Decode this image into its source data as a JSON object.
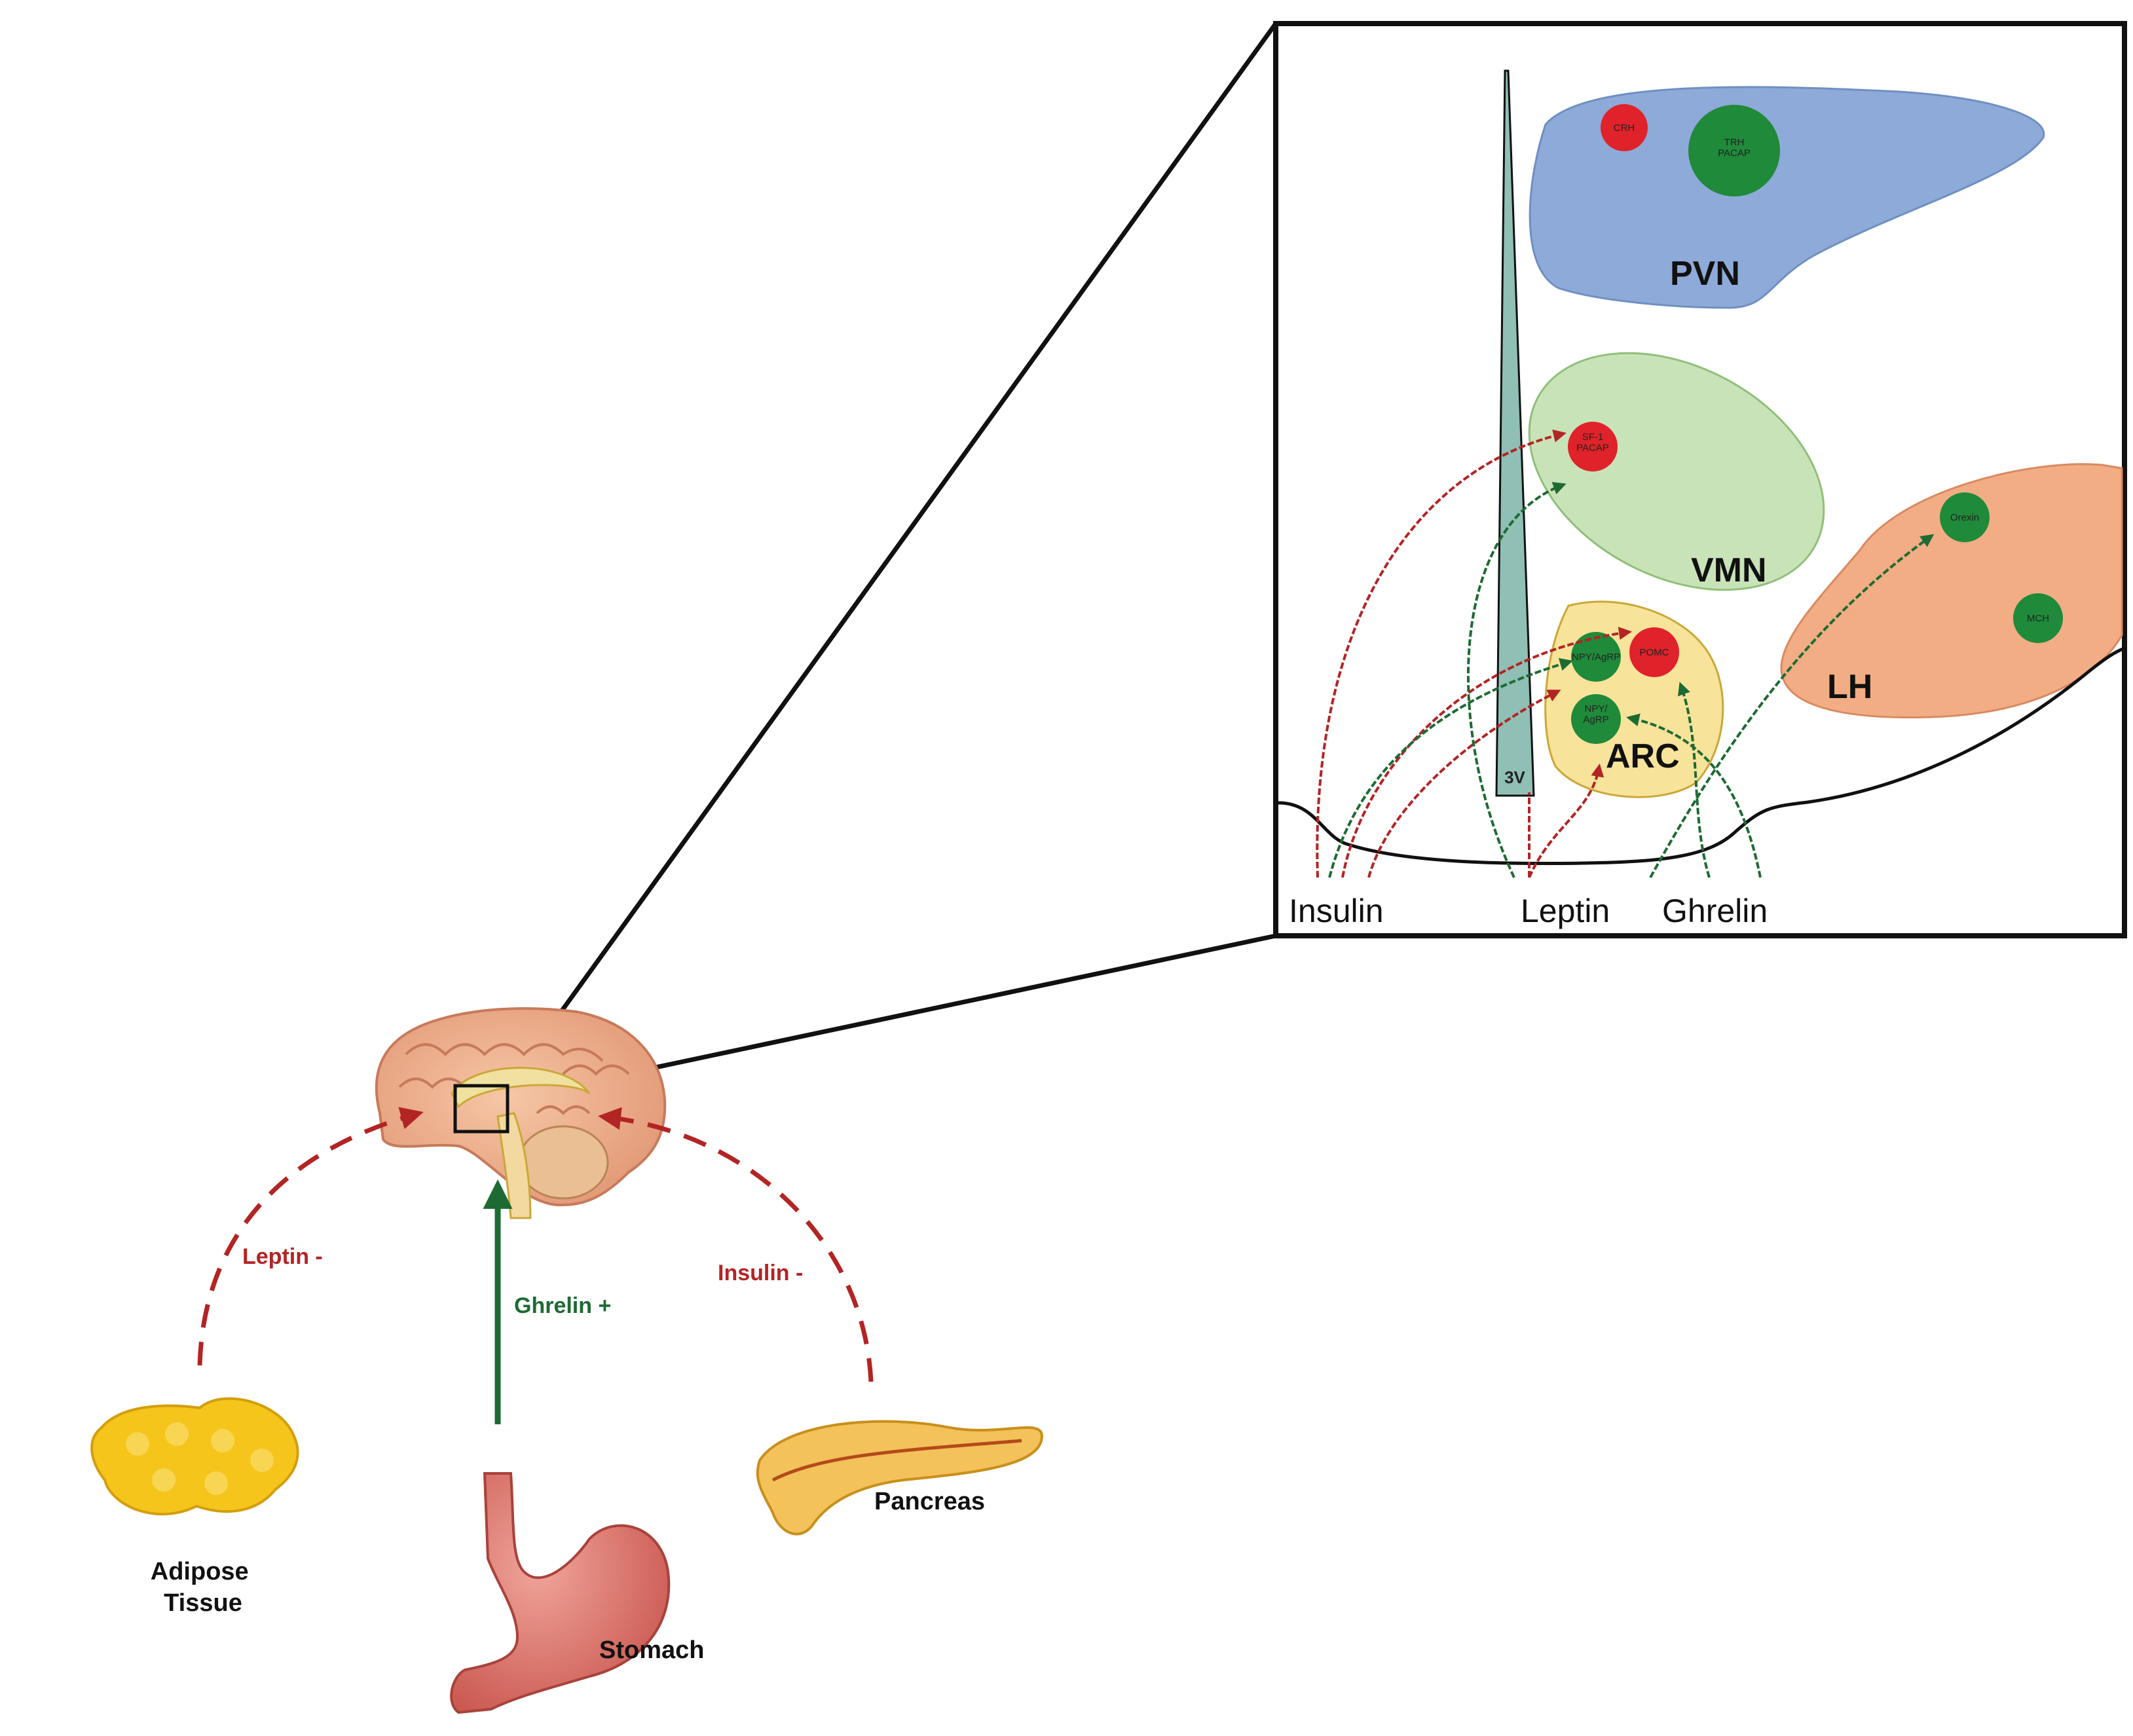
{
  "colors": {
    "ghrelin": "#1d6b33",
    "leptin_insulin": "#b32424",
    "pvn": "#8eaad8",
    "vmn": "#c9e3b9",
    "lh": "#f2ad84",
    "arc": "#f8e39a",
    "third_ventricle": "#8fbfb5",
    "neuron_green": "#1f8a3a",
    "neuron_red": "#e0222a",
    "adipose": "#f5c51b"
  },
  "organs": {
    "adipose": "Adipose\nTissue",
    "stomach": "Stomach",
    "pancreas": "Pancreas"
  },
  "signals": {
    "leptin": "Leptin -",
    "ghrelin": "Ghrelin +",
    "insulin": "Insulin -"
  },
  "regions": {
    "pvn": "PVN",
    "vmn": "VMN",
    "lh": "LH",
    "arc": "ARC",
    "third_ventricle": "3V"
  },
  "neurons": {
    "pvn_crh": "CRH",
    "pvn_trh": "TRH\nPACAP",
    "vmn_sf1": "SF-1\nPACAP",
    "lh_orexin": "Orexin",
    "lh_mch": "MCH",
    "arc_npy_agrp_top": "NPY/AgRP",
    "arc_pomc": "POMC",
    "arc_npy_agrp_bottom": "NPY/\nAgRP"
  },
  "inputs": {
    "insulin": "Insulin",
    "leptin": "Leptin",
    "ghrelin": "Ghrelin"
  }
}
